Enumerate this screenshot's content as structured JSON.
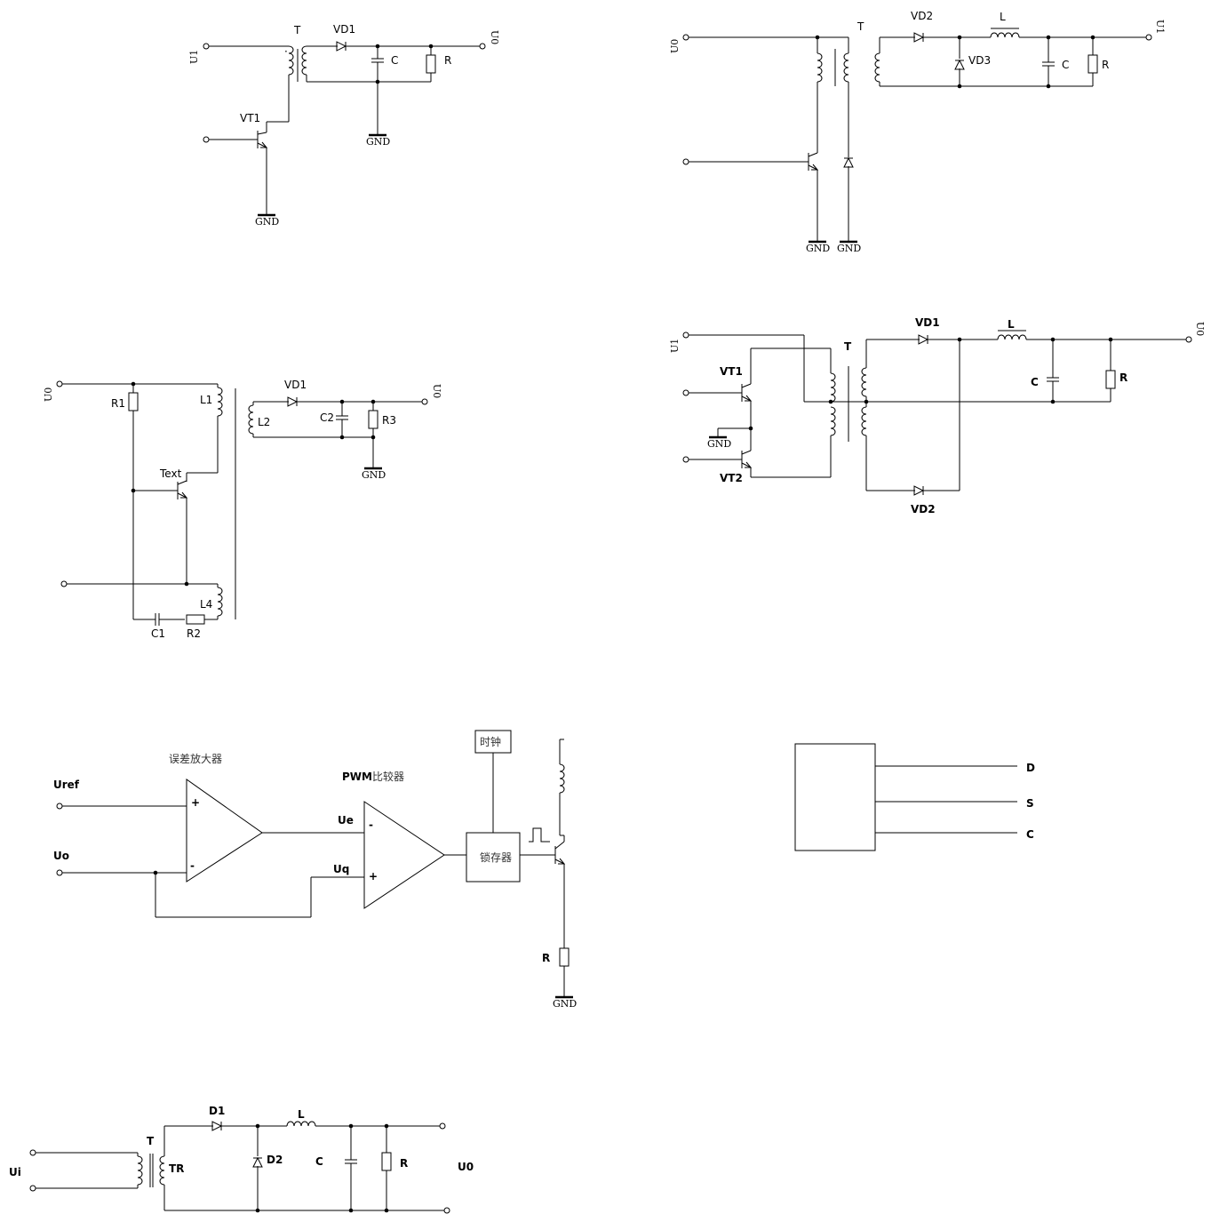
{
  "circuit1": {
    "input_label": "U1",
    "output_label": "U0",
    "transformer": "T",
    "diode": "VD1",
    "capacitor": "C",
    "resistor": "R",
    "transistor": "VT1",
    "gnd_primary": "GND",
    "gnd_secondary": "GND"
  },
  "circuit2": {
    "input_label": "U0",
    "output_label": "U1",
    "transformer": "T",
    "diode_series": "VD2",
    "diode_shunt": "VD3",
    "inductor": "L",
    "capacitor": "C",
    "resistor": "R",
    "gnd_left": "GND",
    "gnd_right": "GND"
  },
  "circuit3": {
    "input_label": "U0",
    "output_label": "U0",
    "resistor1": "R1",
    "inductor1": "L1",
    "inductor2": "L2",
    "inductor4": "L4",
    "diode": "VD1",
    "capacitor2": "C2",
    "resistor3": "R3",
    "transistor": "Text",
    "capacitor1": "C1",
    "resistor2": "R2",
    "gnd": "GND"
  },
  "circuit4": {
    "input_label": "U1",
    "output_label": "U0",
    "transformer": "T",
    "transistor1": "VT1",
    "transistor2": "VT2",
    "gnd": "GND",
    "diode1": "VD1",
    "diode2": "VD2",
    "inductor": "L",
    "capacitor": "C",
    "resistor": "R"
  },
  "circuit5": {
    "error_amp_title": "误差放大器",
    "pwm_prefix": "PWM",
    "pwm_suffix": "比较器",
    "uref": "Uref",
    "uo": "Uo",
    "ue": "Ue",
    "uq": "Uq",
    "plus": "+",
    "minus": "-",
    "clock": "时钟",
    "latch": "锁存器",
    "resistor": "R",
    "gnd": "GND"
  },
  "block": {
    "pins": [
      "D",
      "S",
      "C"
    ]
  },
  "circuit6": {
    "input_label": "Ui",
    "output_label": "U0",
    "transformer": "T",
    "transformer_secondary": "TR",
    "diode1": "D1",
    "diode2": "D2",
    "inductor": "L",
    "capacitor": "C",
    "resistor": "R"
  }
}
